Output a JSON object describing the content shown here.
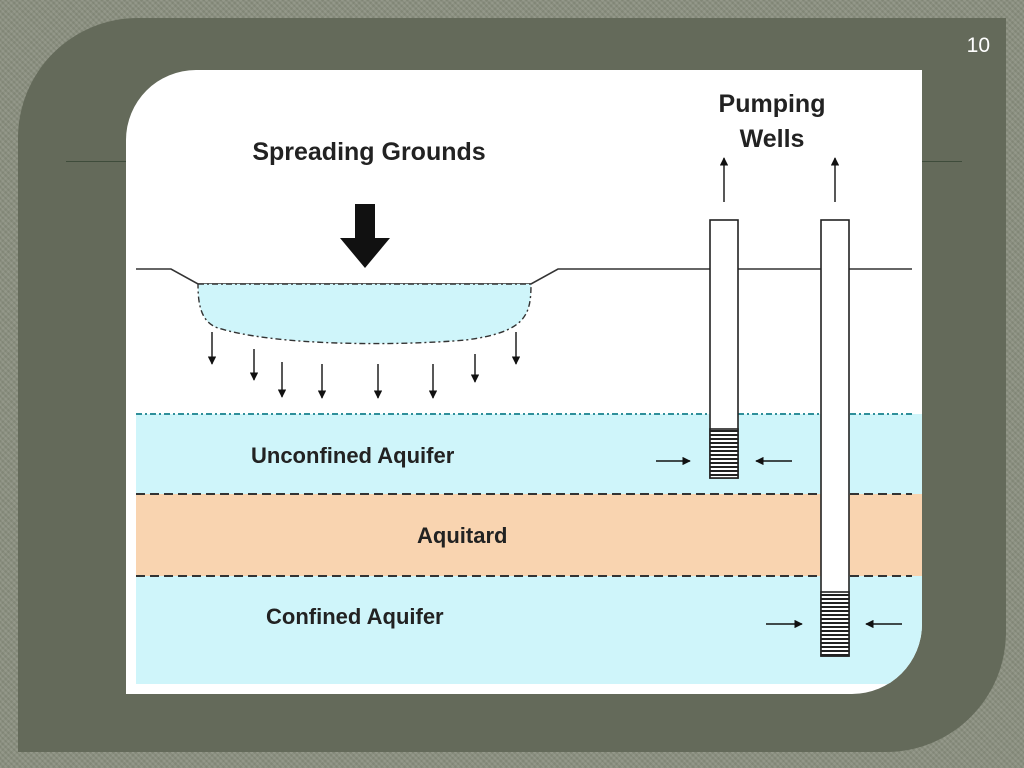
{
  "slide": {
    "number": "10",
    "colors": {
      "background": "#8a8f7f",
      "panel": "#646a5a",
      "accent_line": "#3f4c3b",
      "water": "#cff5fa",
      "aquitard": "#f9d4b0"
    }
  },
  "diagram": {
    "spreading_grounds_label": "Spreading Grounds",
    "pumping_wells_label_line1": "Pumping",
    "pumping_wells_label_line2": "Wells",
    "unconfined_aquifer_label": "Unconfined Aquifer",
    "aquitard_label": "Aquitard",
    "confined_aquifer_label": "Confined Aquifer"
  }
}
